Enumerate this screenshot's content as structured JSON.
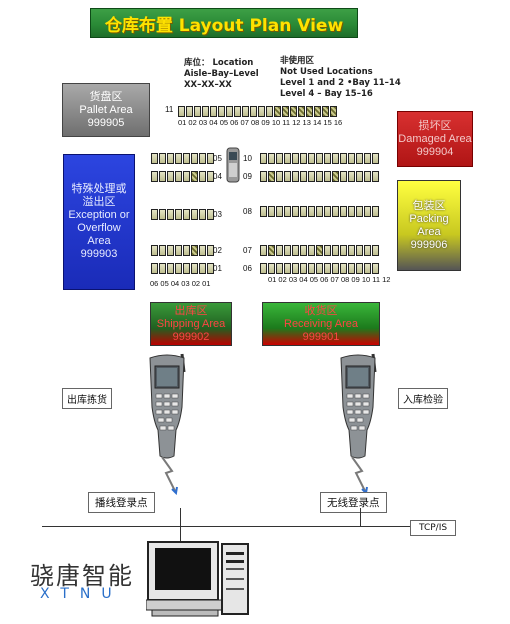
{
  "title": "仓库布置 Layout Plan View",
  "legend": {
    "location_line1": "库位：  Location",
    "location_line2": "Aisle–Bay–Level",
    "location_line3": "XX–XX–XX",
    "unused_line1": "非使用区",
    "unused_line2": "Not Used Locations",
    "unused_line3": "Level 1 and 2 •Bay  11–14",
    "unused_line4": "Level 4 – Bay 15–16"
  },
  "areas": {
    "pallet": {
      "cn": "货盘区",
      "en": "Pallet Area",
      "code": "999905"
    },
    "damaged": {
      "cn": "损坏区",
      "en": "Damaged Area",
      "code": "999904"
    },
    "exception": {
      "cn": "特殊处理或",
      "cn2": "溢出区",
      "en1": "Exception or",
      "en2": "Overflow",
      "en3": "Area",
      "code": "999903"
    },
    "packing": {
      "cn": "包装区",
      "en1": "Packing",
      "en2": "Area",
      "code": "999906"
    },
    "shipping": {
      "cn": "出库区",
      "en": "Shipping Area",
      "code": "999902"
    },
    "receiving": {
      "cn": "收货区",
      "en": "Receiving Area",
      "code": "999901"
    }
  },
  "aisles": {
    "a01": "01",
    "a02": "02",
    "a03": "03",
    "a04": "04",
    "a05": "05",
    "a06": "06",
    "a07": "07",
    "a08": "08",
    "a09": "09",
    "a10": "10",
    "a11": "11"
  },
  "bay_ticks_top": "01 02 03 04 05 06 07 08 09 10 11 12 13 14 15 16",
  "bay_ticks_left": "06 05 04 03 02 01",
  "bay_ticks_right": "01 02 03 04 05 06 07 08 09 10 11 12",
  "labels": {
    "outbound_picking": "出库拣货",
    "inbound_check": "入库检验",
    "wireless_ap_left": "播线登录点",
    "wireless_ap_right": "无线登录点",
    "network": "TCP/IS"
  },
  "brand": {
    "cn": "骁唐智能",
    "en": "XTNU"
  }
}
